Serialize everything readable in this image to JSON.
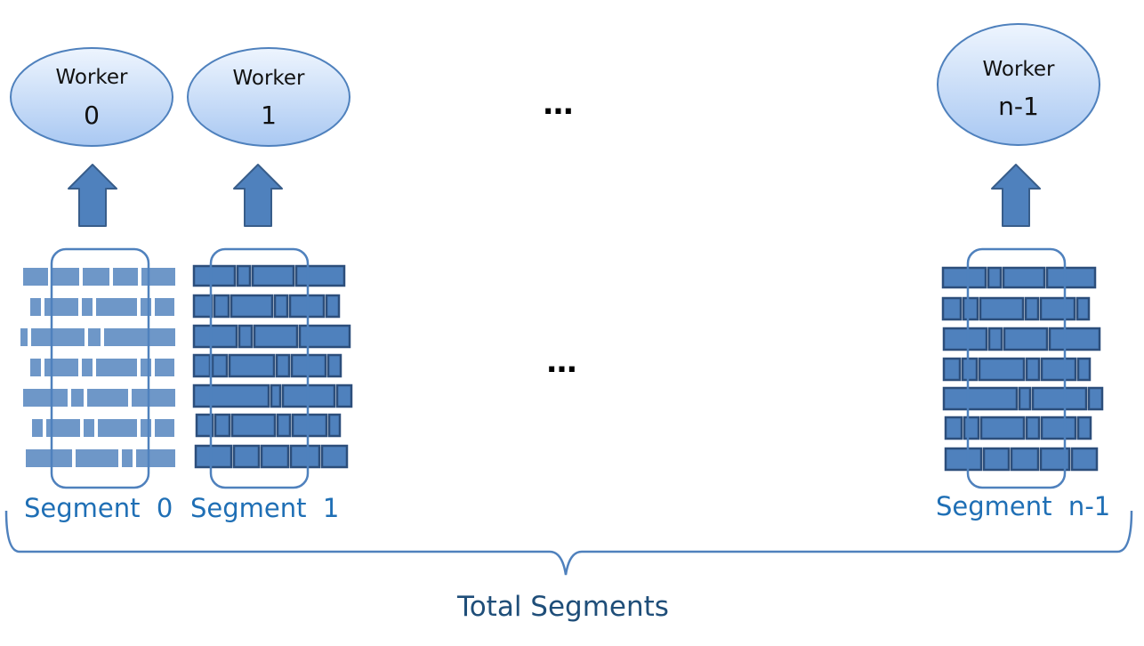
{
  "workers": [
    {
      "label": "Worker",
      "index": "0"
    },
    {
      "label": "Worker",
      "index": "1"
    },
    {
      "label": "Worker",
      "index": "n-1"
    }
  ],
  "segments": [
    {
      "label": "Segment  0"
    },
    {
      "label": "Segment  1"
    },
    {
      "label": "Segment  n-1"
    }
  ],
  "ellipsis_top": "…",
  "ellipsis_middle": "…",
  "total_label": "Total Segments",
  "colors": {
    "node_fill_top": "#eef5fe",
    "node_fill_bottom": "#a9c8f2",
    "node_stroke": "#4f81bd",
    "arrow_fill": "#4f81bd",
    "arrow_stroke": "#385d8a",
    "brick_fill": "#4f81bd",
    "brick_stroke": "#2c4e7b",
    "segment_text": "#1f6fb5",
    "brace": "#4f81bd",
    "total_text": "#1f4e79"
  }
}
